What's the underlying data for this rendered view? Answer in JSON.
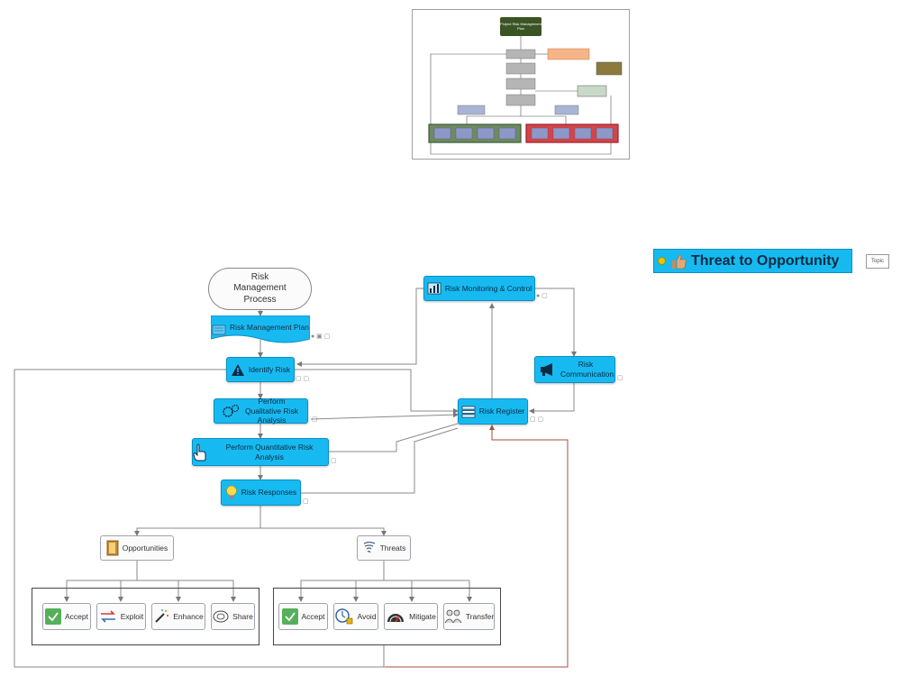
{
  "overview": {
    "title": "Project Risk Management Plan"
  },
  "callout": {
    "label": "Threat to Opportunity",
    "tag": "Topic"
  },
  "process": {
    "start": "Risk Management Process",
    "plan": "Risk Management Plan",
    "identify": "Identify Risk",
    "qualitative": "Perform Qualitative Risk Analysis",
    "quantitative": "Perform Quantitative Risk Analysis",
    "responses": "Risk Responses",
    "monitoring": "Risk Monitoring & Control",
    "communication": "Risk Communication",
    "register": "Risk Register"
  },
  "opportunities": {
    "label": "Opportunities",
    "items": [
      "Accept",
      "Exploit",
      "Enhance",
      "Share"
    ]
  },
  "threats": {
    "label": "Threats",
    "items": [
      "Accept",
      "Avoid",
      "Mitigate",
      "Transfer"
    ]
  },
  "colors": {
    "node_fill": "#17baf0",
    "node_border": "#0b8fc4",
    "return_line": "#a05040"
  },
  "icons": {
    "plan": "document-icon",
    "identify": "warning-icon",
    "qualitative": "gears-icon",
    "quantitative": "hand-pointer-icon",
    "responses": "lightbulb-icon",
    "monitoring": "bar-chart-icon",
    "communication": "megaphone-icon",
    "register": "stack-icon",
    "opportunities": "door-icon",
    "threats": "tornado-icon",
    "callout": "thumbs-up-icon"
  }
}
